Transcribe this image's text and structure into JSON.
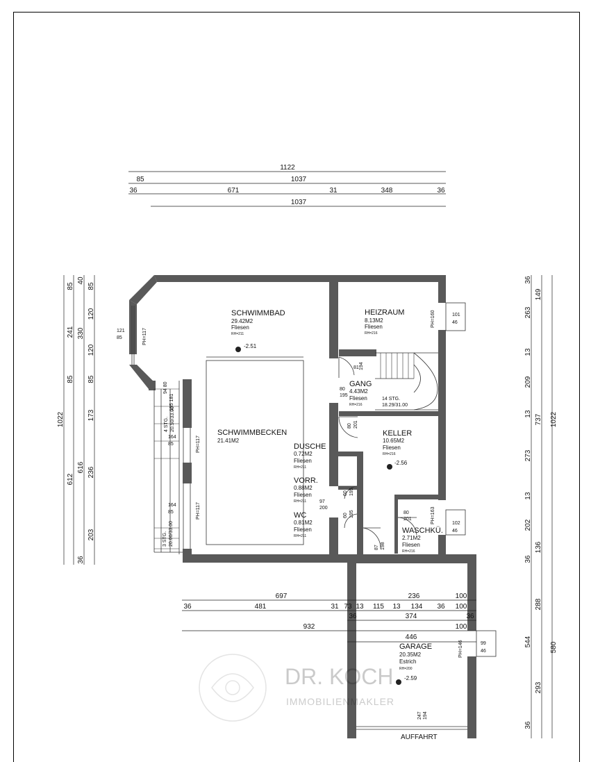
{
  "dimensions": {
    "top": [
      {
        "id": "t1-1122",
        "text": "1122"
      },
      {
        "id": "t2-85",
        "text": "85"
      },
      {
        "id": "t2-1037",
        "text": "1037"
      },
      {
        "id": "t3-36a",
        "text": "36"
      },
      {
        "id": "t3-671",
        "text": "671"
      },
      {
        "id": "t3-31",
        "text": "31"
      },
      {
        "id": "t3-348",
        "text": "348"
      },
      {
        "id": "t3-36b",
        "text": "36"
      },
      {
        "id": "t4-1037",
        "text": "1037"
      }
    ],
    "left": [
      {
        "id": "l-85a",
        "text": "85"
      },
      {
        "id": "l-40",
        "text": "40"
      },
      {
        "id": "l-85b",
        "text": "85"
      },
      {
        "id": "l-241",
        "text": "241"
      },
      {
        "id": "l-330",
        "text": "330"
      },
      {
        "id": "l-120a",
        "text": "120"
      },
      {
        "id": "l-120b",
        "text": "120"
      },
      {
        "id": "l-85c",
        "text": "85"
      },
      {
        "id": "l-85d",
        "text": "85"
      },
      {
        "id": "l-1022",
        "text": "1022"
      },
      {
        "id": "l-173",
        "text": "173"
      },
      {
        "id": "l-612",
        "text": "612"
      },
      {
        "id": "l-616",
        "text": "616"
      },
      {
        "id": "l-236",
        "text": "236"
      },
      {
        "id": "l-203",
        "text": "203"
      },
      {
        "id": "l-36",
        "text": "36"
      }
    ],
    "right": [
      {
        "id": "r-36a",
        "text": "36"
      },
      {
        "id": "r-149",
        "text": "149"
      },
      {
        "id": "r-263",
        "text": "263"
      },
      {
        "id": "r-13a",
        "text": "13"
      },
      {
        "id": "r-209",
        "text": "209"
      },
      {
        "id": "r-13b",
        "text": "13"
      },
      {
        "id": "r-737",
        "text": "737"
      },
      {
        "id": "r-1022",
        "text": "1022"
      },
      {
        "id": "r-273",
        "text": "273"
      },
      {
        "id": "r-13c",
        "text": "13"
      },
      {
        "id": "r-202",
        "text": "202"
      },
      {
        "id": "r-36b",
        "text": "36"
      },
      {
        "id": "r-136",
        "text": "136"
      },
      {
        "id": "r-288",
        "text": "288"
      },
      {
        "id": "r-544",
        "text": "544"
      },
      {
        "id": "r-580",
        "text": "580"
      },
      {
        "id": "r-293",
        "text": "293"
      },
      {
        "id": "r-36c",
        "text": "36"
      }
    ],
    "bottom": [
      {
        "id": "b1-697",
        "text": "697"
      },
      {
        "id": "b1-236",
        "text": "236"
      },
      {
        "id": "b1-100",
        "text": "100"
      },
      {
        "id": "b2-36a",
        "text": "36"
      },
      {
        "id": "b2-481",
        "text": "481"
      },
      {
        "id": "b2-31",
        "text": "31"
      },
      {
        "id": "b2-73",
        "text": "73"
      },
      {
        "id": "b2-13a",
        "text": "13"
      },
      {
        "id": "b2-115",
        "text": "115"
      },
      {
        "id": "b2-13b",
        "text": "13"
      },
      {
        "id": "b2-134",
        "text": "134"
      },
      {
        "id": "b2-36b",
        "text": "36"
      },
      {
        "id": "b2-100",
        "text": "100"
      },
      {
        "id": "b3-36a",
        "text": "36"
      },
      {
        "id": "b3-374",
        "text": "374"
      },
      {
        "id": "b3-36b",
        "text": "36"
      },
      {
        "id": "b4-932",
        "text": "932"
      },
      {
        "id": "b4-100",
        "text": "100"
      },
      {
        "id": "b5-446",
        "text": "446"
      }
    ]
  },
  "rooms": {
    "schwimmbad": {
      "name": "SCHWIMMBAD",
      "area": "29.42M2",
      "floor": "Fliesen",
      "rh": "RH=211",
      "level": "-2.51"
    },
    "heizraum": {
      "name": "HEIZRAUM",
      "area": "8.13M2",
      "floor": "Fliesen",
      "rh": "RH=216"
    },
    "gang": {
      "name": "GANG",
      "area": "4.43M2",
      "floor": "Fliesen",
      "rh": "RH=216"
    },
    "schwimmbecken": {
      "name": "SCHWIMMBECKEN",
      "area": "21.41M2"
    },
    "keller": {
      "name": "KELLER",
      "area": "10.65M2",
      "floor": "Fliesen",
      "rh": "RH=216",
      "level": "-2.56"
    },
    "dusche": {
      "name": "DUSCHE",
      "area": "0.72M2",
      "floor": "Fliesen",
      "rh": "RH=211"
    },
    "vorr": {
      "name": "VORR.",
      "area": "0.88M2",
      "floor": "Fliesen",
      "rh": "RH=211"
    },
    "wc": {
      "name": "WC",
      "area": "0.81M2",
      "floor": "Fliesen",
      "rh": "RH=211"
    },
    "waschku": {
      "name": "WASCHKÜ.",
      "area": "2.71M2",
      "floor": "Fliesen",
      "rh": "RH=216"
    },
    "garage": {
      "name": "GARAGE",
      "area": "20.35M2",
      "floor": "Estrich",
      "rh": "RH=200",
      "level": "-2.59"
    }
  },
  "annotations": {
    "stairs_main": "14 STG.",
    "stairs_main_ratio": "18.29/31.00",
    "stairs_ext1": "4 STG.",
    "stairs_ext1_ratio": "20.50/33.00",
    "stairs_ext2": "3 STG.",
    "stairs_ext2_ratio": "20.00/33.00",
    "ph_117a": "PH=117",
    "ph_117b": "PH=117",
    "ph_117c": "PH=117",
    "ph_160": "PH=160",
    "ph_163": "PH=163",
    "ph_146": "PH=146",
    "win_121": "121",
    "win_85a": "85",
    "win_101": "101",
    "win_46a": "46",
    "win_102": "102",
    "win_46b": "46",
    "win_99": "99",
    "win_46c": "46",
    "win_164a": "164",
    "win_85b": "85",
    "win_164b": "164",
    "win_85c": "85",
    "win_195_181": "195 181",
    "win_94_80": "94  80",
    "door_81": "81",
    "door_194": "194",
    "door_80a": "80",
    "door_195a": "195",
    "door_80b": "80",
    "door_201a": "201",
    "door_97": "97",
    "door_200": "200",
    "door_60a": "60",
    "door_195b": "195",
    "door_60b": "60",
    "door_195c": "195",
    "door_87": "87",
    "door_198": "198",
    "door_80c": "80",
    "door_201b": "201",
    "door_247": "247",
    "door_194b": "194",
    "auffahrt": "AUFFAHRT"
  },
  "watermark": {
    "brand": "DR. KOCH",
    "subtitle": "IMMOBILIENMAKLER"
  },
  "colors": {
    "wall": "#595959",
    "line": "#222222",
    "background": "#ffffff"
  }
}
